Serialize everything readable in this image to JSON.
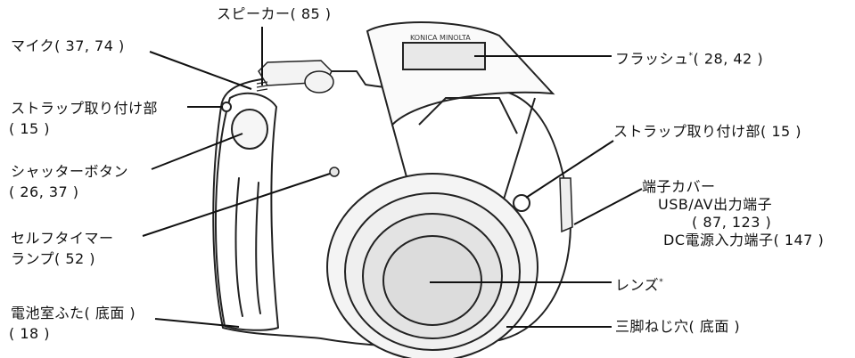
{
  "brand": "KONICA MINOLTA",
  "labels": {
    "speaker": "スピーカー( 85 )",
    "mic": "マイク( 37, 74 )",
    "strap_left_1": "ストラップ取り付け部",
    "strap_left_2": "( 15 )",
    "shutter_1": "シャッターボタン",
    "shutter_2": "( 26, 37 )",
    "selftimer_1": "セルフタイマー",
    "selftimer_2": "ランプ( 52 )",
    "battery_1": "電池室ふた( 底面 )",
    "battery_2": "( 18 )",
    "flash": "フラッシュ",
    "flash_suffix": "( 28, 42 )",
    "strap_right": "ストラップ取り付け部( 15 )",
    "terminal_cover": "端子カバー",
    "usb": "USB/AV出力端子",
    "usb_pages": "( 87, 123 )",
    "dc": "DC電源入力端子( 147 )",
    "lens": "レンズ",
    "tripod": "三脚ねじ穴( 底面 )",
    "asterisk": "*"
  }
}
